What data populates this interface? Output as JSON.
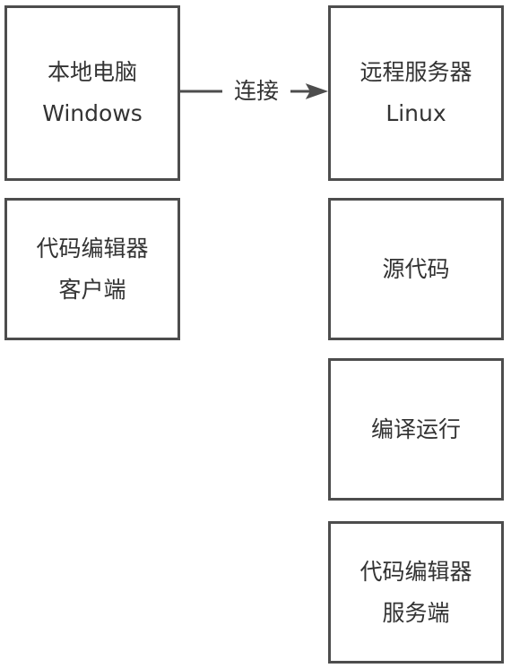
{
  "nodes": {
    "local_pc": {
      "line1": "本地电脑",
      "line2": "Windows"
    },
    "editor_client": {
      "line1": "代码编辑器",
      "line2": "客户端"
    },
    "remote_server": {
      "line1": "远程服务器",
      "line2": "Linux"
    },
    "source_code": {
      "line1": "源代码"
    },
    "compile_run": {
      "line1": "编译运行"
    },
    "editor_server": {
      "line1": "代码编辑器",
      "line2": "服务端"
    }
  },
  "edges": {
    "connect": {
      "label": "连接"
    }
  },
  "colors": {
    "border": "#4d4d4d",
    "text": "#333333",
    "background": "#ffffff"
  }
}
